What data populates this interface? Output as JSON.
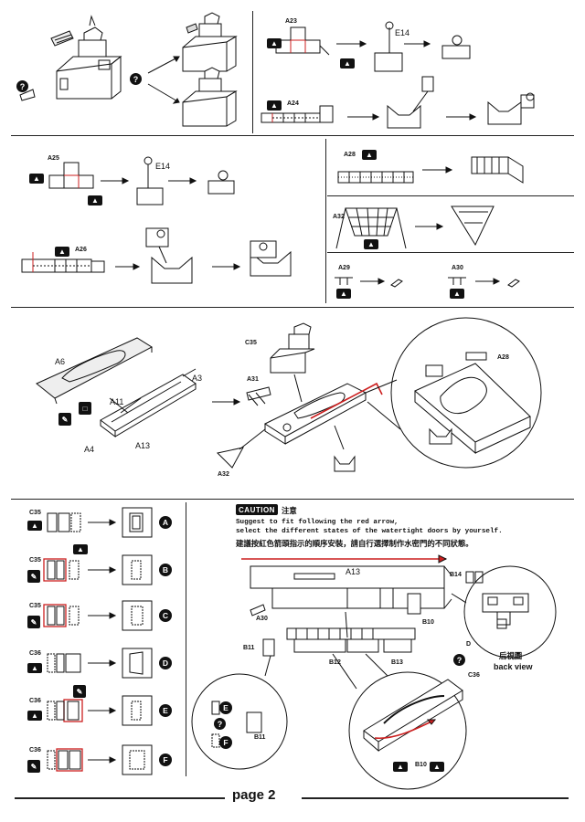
{
  "parts": {
    "a23": "A23",
    "a24": "A24",
    "a25": "A25",
    "a26": "A26",
    "a28": "A28",
    "a29": "A29",
    "a30": "A30",
    "a31": "A31",
    "a32": "A32",
    "a3": "A3",
    "a4": "A4",
    "a6": "A6",
    "a11": "A11",
    "a13": "A13",
    "e14": "E14",
    "c35": "C35",
    "c36": "C36",
    "b10": "B10",
    "b11": "B11",
    "b12": "B12",
    "b13": "B13",
    "b14": "B14"
  },
  "states": [
    "A",
    "B",
    "C",
    "D",
    "E",
    "F"
  ],
  "caution": {
    "label": "CAUTION",
    "label_cn": "注意",
    "line1": "Suggest to fit following the red arrow,",
    "line2": "select the different states of the watertight doors by yourself.",
    "line_cn": "建議按紅色箭頭指示的順序安裝，請自行選擇制作水密門的不同狀態。"
  },
  "back_view": {
    "cn": "后視圖",
    "en": "back view"
  },
  "question": "?",
  "footer": "page 2",
  "colors": {
    "ink": "#111111",
    "accent_red": "#cc1f1f"
  }
}
